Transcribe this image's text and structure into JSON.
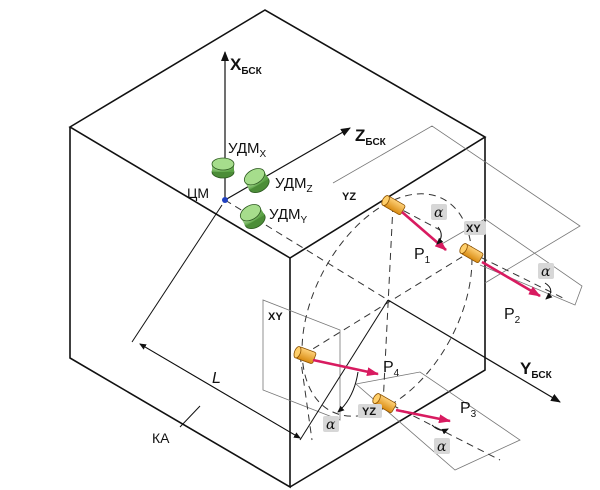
{
  "axes": {
    "x": {
      "main": "X",
      "sub": "БСК"
    },
    "z": {
      "main": "Z",
      "sub": "БСК"
    },
    "y": {
      "main": "Y",
      "sub": "БСК"
    }
  },
  "sensors": [
    {
      "main": "УДМ",
      "sub": "X"
    },
    {
      "main": "УДМ",
      "sub": "Z"
    },
    {
      "main": "УДМ",
      "sub": "Y"
    }
  ],
  "center_mass": "ЦМ",
  "dimension": "L",
  "body": "КА",
  "thrusters": [
    {
      "main": "P",
      "sub": "1"
    },
    {
      "main": "P",
      "sub": "2"
    },
    {
      "main": "P",
      "sub": "3"
    },
    {
      "main": "P",
      "sub": "4"
    }
  ],
  "planes": {
    "yz": "YZ",
    "xy": "XY"
  },
  "angle": "α",
  "colors": {
    "sensor": "#7ec46a",
    "thruster": "#e8a020",
    "vector": "#d81b60",
    "line": "#111111"
  }
}
